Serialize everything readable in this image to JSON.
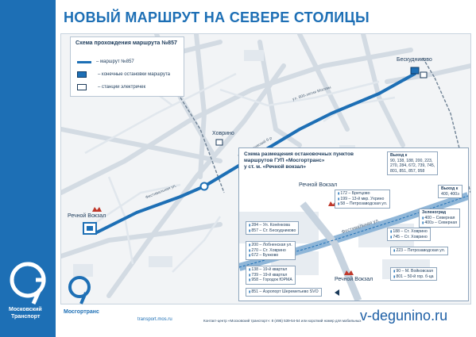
{
  "title": "НОВЫЙ МАРШРУТ НА СЕВЕРЕ СТОЛИЦЫ",
  "colors": {
    "brand_blue": "#1d6fb5",
    "map_bg": "#f2f4f6",
    "metro_red": "#c0392b"
  },
  "legend": {
    "title": "Схема прохождения маршрута №857",
    "items": [
      {
        "icon": "route-line",
        "label": "– маршрут №857"
      },
      {
        "icon": "terminal-stop",
        "label": "– конечные остановки маршрута"
      },
      {
        "icon": "rail-station",
        "label": "– станции электричек"
      }
    ]
  },
  "map_labels": {
    "beskudnikovo": "Бескудниково",
    "khovrino": "Ховрино",
    "rechnoy_vokzal": "Речной Вокзал",
    "streets": {
      "dmitrovskoe": "ул. 800-летия Москвы",
      "festivalnaya": "Фестивальная ул.",
      "beskudnikovsky": "Бескудниковский б-р"
    }
  },
  "inset": {
    "title_line1": "Схема размещения остановочных пунктов",
    "title_line2": "маршрутов ГУП «Мосгортранс»",
    "title_line3": "у ст. м. «Речной вокзал»",
    "station_label_top": "Речной Вокзал",
    "station_label_bottom": "Речной Вокзал",
    "street": "Фестивальная ул.",
    "boxes": {
      "top_right": [
        "Выход к",
        "90, 138, 188, 200, 223,",
        "270, 284, 672, 739, 745,",
        "801, 851, 857, 958"
      ],
      "exit_400": [
        "Выход к",
        "400, 400э"
      ],
      "stop_172": [
        "172 – Бретцово",
        "199 – 13-й мкр. Ухрино",
        "58 – Петрозаводская ул."
      ],
      "zelenograd": [
        "Зеленоград",
        "400 – Северная",
        "400э – Северная"
      ],
      "stop_284": [
        "284 – Ул. Конёнкова",
        "857 – Ст. Бескудниково"
      ],
      "stop_188": [
        "188 – Ст. Ховрино",
        "745 – Ст. Ховрино"
      ],
      "stop_200": [
        "200 – Лобненская ул.",
        "270 – Ст. Ховрино",
        "672 – Бунково"
      ],
      "stop_223": [
        "223 – Петрозаводская ул."
      ],
      "stop_138": [
        "138 – 19-й квартал",
        "739 – 19-й квартал",
        "958 – Городок ЮРМА"
      ],
      "stop_90": [
        "90 – М. Войковская",
        "801 – 50-й гор. б-ца"
      ],
      "stop_851": [
        "851 – Аэропорт Шереметьево SVO"
      ]
    }
  },
  "logos": {
    "left_line1": "Московский",
    "left_line2": "Транспорт",
    "right": "Мосгортранс"
  },
  "footer": {
    "url": "transport.mos.ru",
    "contact": "Контакт-центр «Московский транспорт»: 8 (495) 539-54-54 или короткий номер для мобильных"
  },
  "watermark": "v-degunino.ru"
}
